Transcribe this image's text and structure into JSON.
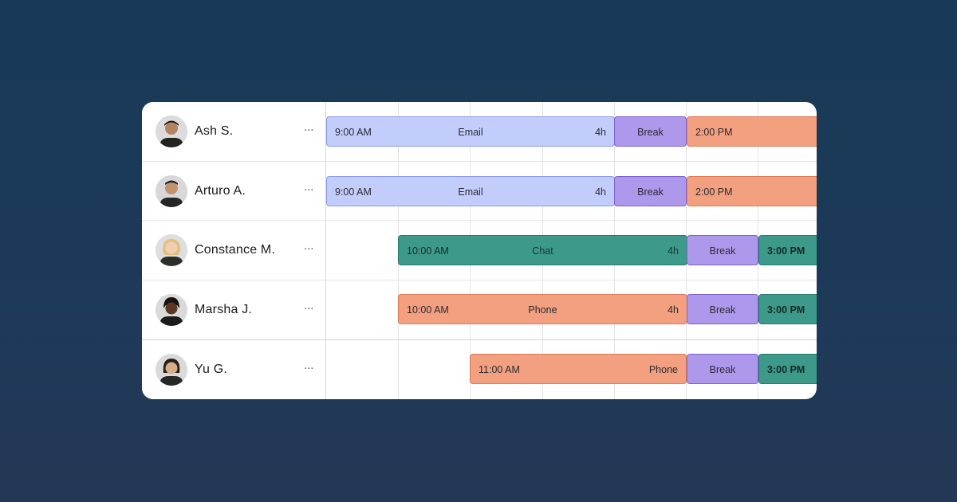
{
  "people": [
    {
      "name": "Ash S.",
      "more": "···"
    },
    {
      "name": "Arturo A.",
      "more": "···"
    },
    {
      "name": "Constance M.",
      "more": "···"
    },
    {
      "name": "Marsha J.",
      "more": "···"
    },
    {
      "name": "Yu G.",
      "more": "···"
    }
  ],
  "rows": [
    {
      "shift": {
        "start": "9:00 AM",
        "label": "Email",
        "duration": "4h"
      },
      "break": {
        "label": "Break"
      },
      "next": {
        "start": "2:00 PM"
      }
    },
    {
      "shift": {
        "start": "9:00 AM",
        "label": "Email",
        "duration": "4h"
      },
      "break": {
        "label": "Break"
      },
      "next": {
        "start": "2:00 PM"
      }
    },
    {
      "shift": {
        "start": "10:00 AM",
        "label": "Chat",
        "duration": "4h"
      },
      "break": {
        "label": "Break"
      },
      "next": {
        "start": "3:00 PM"
      }
    },
    {
      "shift": {
        "start": "10:00 AM",
        "label": "Phone",
        "duration": "4h"
      },
      "break": {
        "label": "Break"
      },
      "next": {
        "start": "3:00 PM"
      }
    },
    {
      "shift": {
        "start": "11:00 AM",
        "label": "Phone"
      },
      "break": {
        "label": "Break"
      },
      "next": {
        "start": "3:00 PM"
      }
    }
  ],
  "colors": {
    "background": "#183a56",
    "email": "#c3cdfb",
    "break": "#ae98ec",
    "phone": "#f2a07f",
    "chat": "#3d9a8b"
  }
}
